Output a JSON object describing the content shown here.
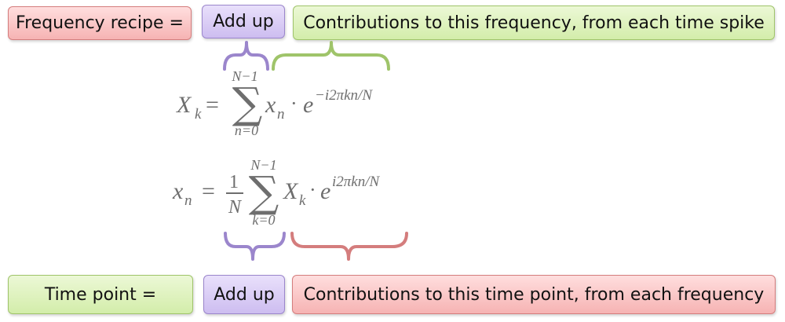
{
  "top_row": {
    "label": "Frequency recipe =",
    "add_up": "Add up",
    "contributions": "Contributions to this frequency, from each time spike"
  },
  "bottom_row": {
    "label": "Time point =",
    "add_up": "Add up",
    "contributions": "Contributions to this time point, from each frequency"
  },
  "formula_forward": {
    "lhs": "X",
    "lhs_sub": "k",
    "equals": "=",
    "upper_limit": "N−1",
    "lower_limit": "n=0",
    "term": "x",
    "term_sub": "n",
    "dot": "·",
    "base": "e",
    "exponent": "−i2πkn/N"
  },
  "formula_inverse": {
    "lhs": "x",
    "lhs_sub": "n",
    "equals": "=",
    "frac_num": "1",
    "frac_den": "N",
    "upper_limit": "N−1",
    "lower_limit": "k=0",
    "term": "X",
    "term_sub": "k",
    "dot": "·",
    "base": "e",
    "exponent": "i2πkn/N"
  },
  "colors": {
    "red": "#f6b3b3",
    "purple": "#cdbdf0",
    "green": "#d3edaa",
    "purple_brace": "#9b86cc",
    "green_brace": "#9fc46a",
    "red_brace": "#d47d7d",
    "math": "#6e6e6e"
  }
}
